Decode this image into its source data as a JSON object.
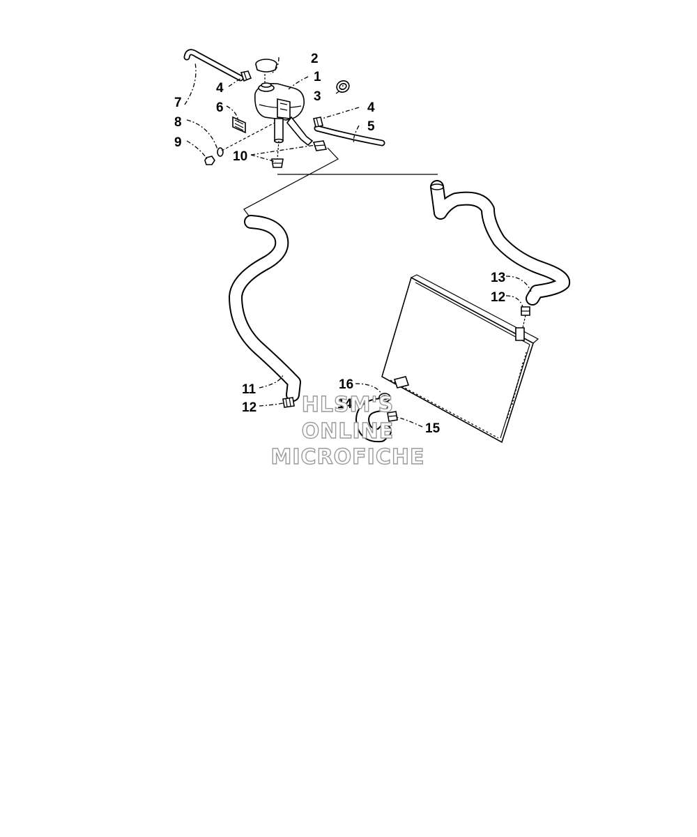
{
  "callouts": {
    "c1": "1",
    "c2": "2",
    "c3": "3",
    "c4a": "4",
    "c4b": "4",
    "c5": "5",
    "c6": "6",
    "c7": "7",
    "c8": "8",
    "c9": "9",
    "c10": "10",
    "c11": "11",
    "c12a": "12",
    "c12b": "12",
    "c13": "13",
    "c14": "14",
    "c15": "15",
    "c16": "16"
  },
  "watermark": {
    "line1": "HLSM'S",
    "line2": "ONLINE",
    "line3": "MICROFICHE"
  }
}
